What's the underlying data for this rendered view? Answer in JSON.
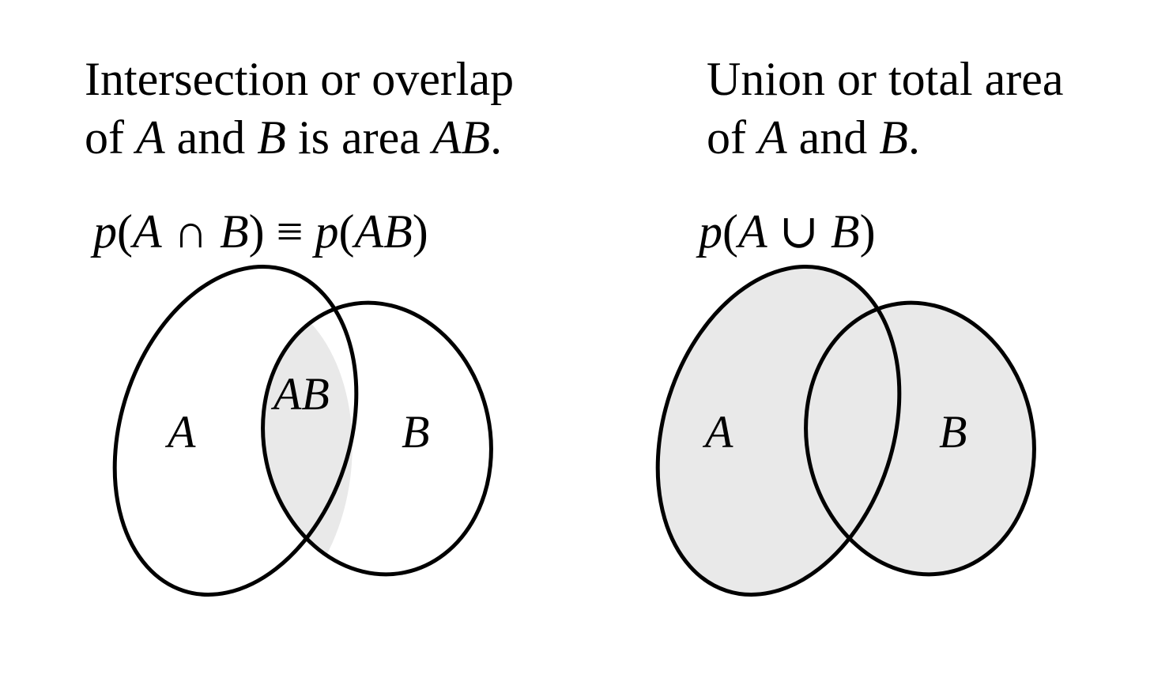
{
  "left_panel": {
    "caption_line1": "Intersection or overlap",
    "caption_line2": {
      "t1": "of ",
      "a": "A",
      "t2": " and ",
      "b": "B",
      "t3": " is area ",
      "ab": "AB",
      "t4": "."
    },
    "formula": {
      "p1": "p",
      "open1": "(",
      "a": "A",
      "op": " ∩ ",
      "b": "B",
      "close1": ")",
      "equiv": " ≡ ",
      "p2": "p",
      "open2": "(",
      "ab": "AB",
      "close2": ")"
    },
    "labels": {
      "a": "A",
      "ab": "AB",
      "b": "B"
    },
    "shaded_region": "intersection"
  },
  "right_panel": {
    "caption_line1": "Union or total area",
    "caption_line2": {
      "t1": "of ",
      "a": "A",
      "t2": " and ",
      "b": "B",
      "t3": "."
    },
    "formula": {
      "p1": "p",
      "open1": "(",
      "a": "A",
      "op": " ∪ ",
      "b": "B",
      "close1": ")"
    },
    "labels": {
      "a": "A",
      "b": "B"
    },
    "shaded_region": "union"
  },
  "colors": {
    "shade": "#e9e9e9",
    "stroke": "#000000",
    "background": "#ffffff"
  }
}
